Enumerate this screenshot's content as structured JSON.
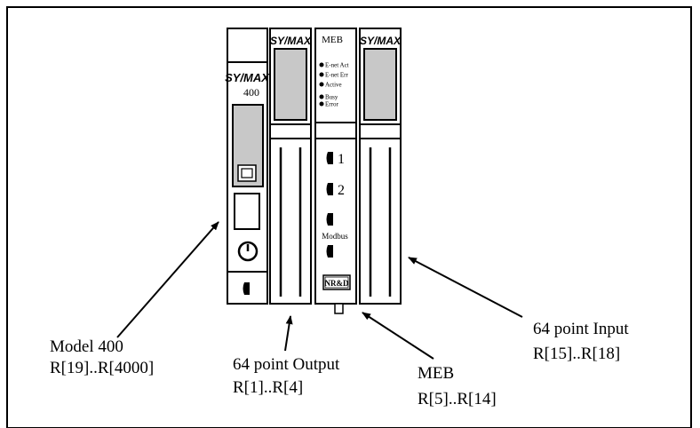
{
  "modules": {
    "cpu": {
      "brand": "SY/MAX",
      "model": "400"
    },
    "output": {
      "brand": "SY/MAX"
    },
    "meb": {
      "title": "MEB",
      "leds": [
        "E-net Act",
        "E-net Err",
        "Active",
        "Busy",
        "Error"
      ],
      "port1": "1",
      "port2": "2",
      "port_label": "Modbus",
      "logo": "NR&D"
    },
    "input": {
      "brand": "SY/MAX"
    }
  },
  "callouts": {
    "model400": {
      "line1": "Model 400",
      "line2": "R[19]..R[4000]"
    },
    "output": {
      "line1": "64 point Output",
      "line2": "R[1]..R[4]"
    },
    "meb": {
      "line1": "MEB",
      "line2": "R[5]..R[14]"
    },
    "input": {
      "line1": "64 point Input",
      "line2": "R[15]..R[18]"
    }
  },
  "colors": {
    "line": "#000000",
    "window_gray": "#c8c8c8",
    "background": "#ffffff"
  }
}
